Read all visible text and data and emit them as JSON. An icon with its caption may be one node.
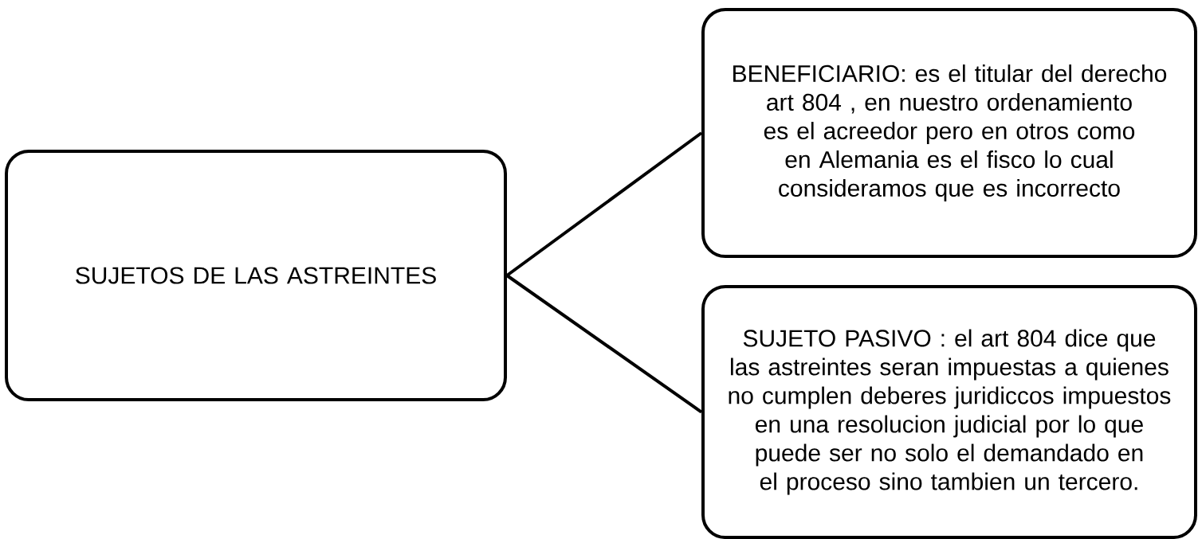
{
  "diagram": {
    "nodes": [
      {
        "text": [
          "SUJETOS DE LAS ASTREINTES"
        ]
      },
      {
        "text": [
          "BENEFICIARIO: es el titular del derecho art 804 , en nuestro ordenamiento es el acreedor pero en otros como en Alemania es el fisco lo cual consideramos que es incorrecto"
        ]
      },
      {
        "text": [
          "SUJETO PASIVO : el art 804 dice que las astreintes seran impuestas a quienes no cumplen deberes juridiccos impuestos en una resolucion judicial por lo que puede ser no solo el demandado en el proceso sino tambien un tercero."
        ]
      }
    ],
    "edges": [
      {
        "from": 0,
        "to": 1,
        "arrow": "none"
      },
      {
        "from": 0,
        "to": 2,
        "arrow": "none"
      }
    ]
  }
}
